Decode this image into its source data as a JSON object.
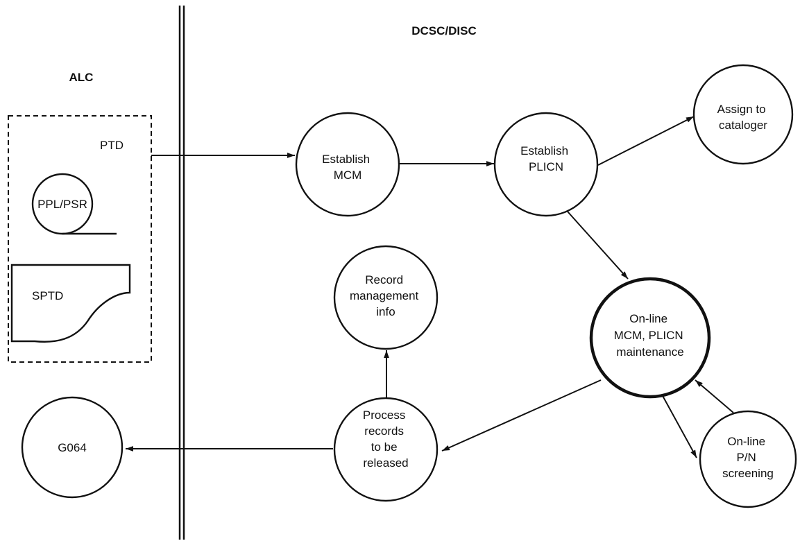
{
  "headers": {
    "left": "ALC",
    "right": "DCSC/DISC"
  },
  "ptd": {
    "label": "PTD",
    "tape_label": "PPL/PSR",
    "doc_label": "SPTD"
  },
  "nodes": {
    "establish_mcm": [
      "Establish",
      "MCM"
    ],
    "establish_plicn": [
      "Establish",
      "PLICN"
    ],
    "assign": [
      "Assign to",
      "cataloger"
    ],
    "online_maint": [
      "On-line",
      "MCM, PLICN",
      "maintenance"
    ],
    "screening": [
      "On-line",
      "P/N",
      "screening"
    ],
    "process": [
      "Process",
      "records",
      "to be",
      "released"
    ],
    "record": [
      "Record",
      "management",
      "info"
    ],
    "g064": [
      "G064"
    ]
  }
}
